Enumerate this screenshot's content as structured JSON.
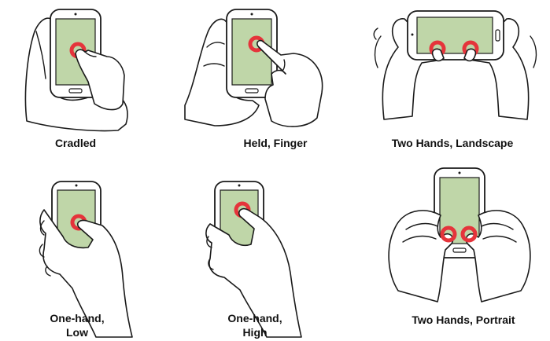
{
  "colors": {
    "screen": "#bfd6a8",
    "touch_ring": "#e5343b",
    "outline": "#1a1a1a"
  },
  "grips": [
    {
      "id": "cradled",
      "caption_lines": [
        "Cradled"
      ]
    },
    {
      "id": "held-finger",
      "caption_lines": [
        "Held, Finger"
      ]
    },
    {
      "id": "two-hands-landscape",
      "caption_lines": [
        "Two Hands, Landscape"
      ]
    },
    {
      "id": "one-hand-low",
      "caption_lines": [
        "One-hand,",
        "Low"
      ]
    },
    {
      "id": "one-hand-high",
      "caption_lines": [
        "One-hand,",
        "High"
      ]
    },
    {
      "id": "two-hands-portrait",
      "caption_lines": [
        "Two Hands, Portrait"
      ]
    }
  ]
}
